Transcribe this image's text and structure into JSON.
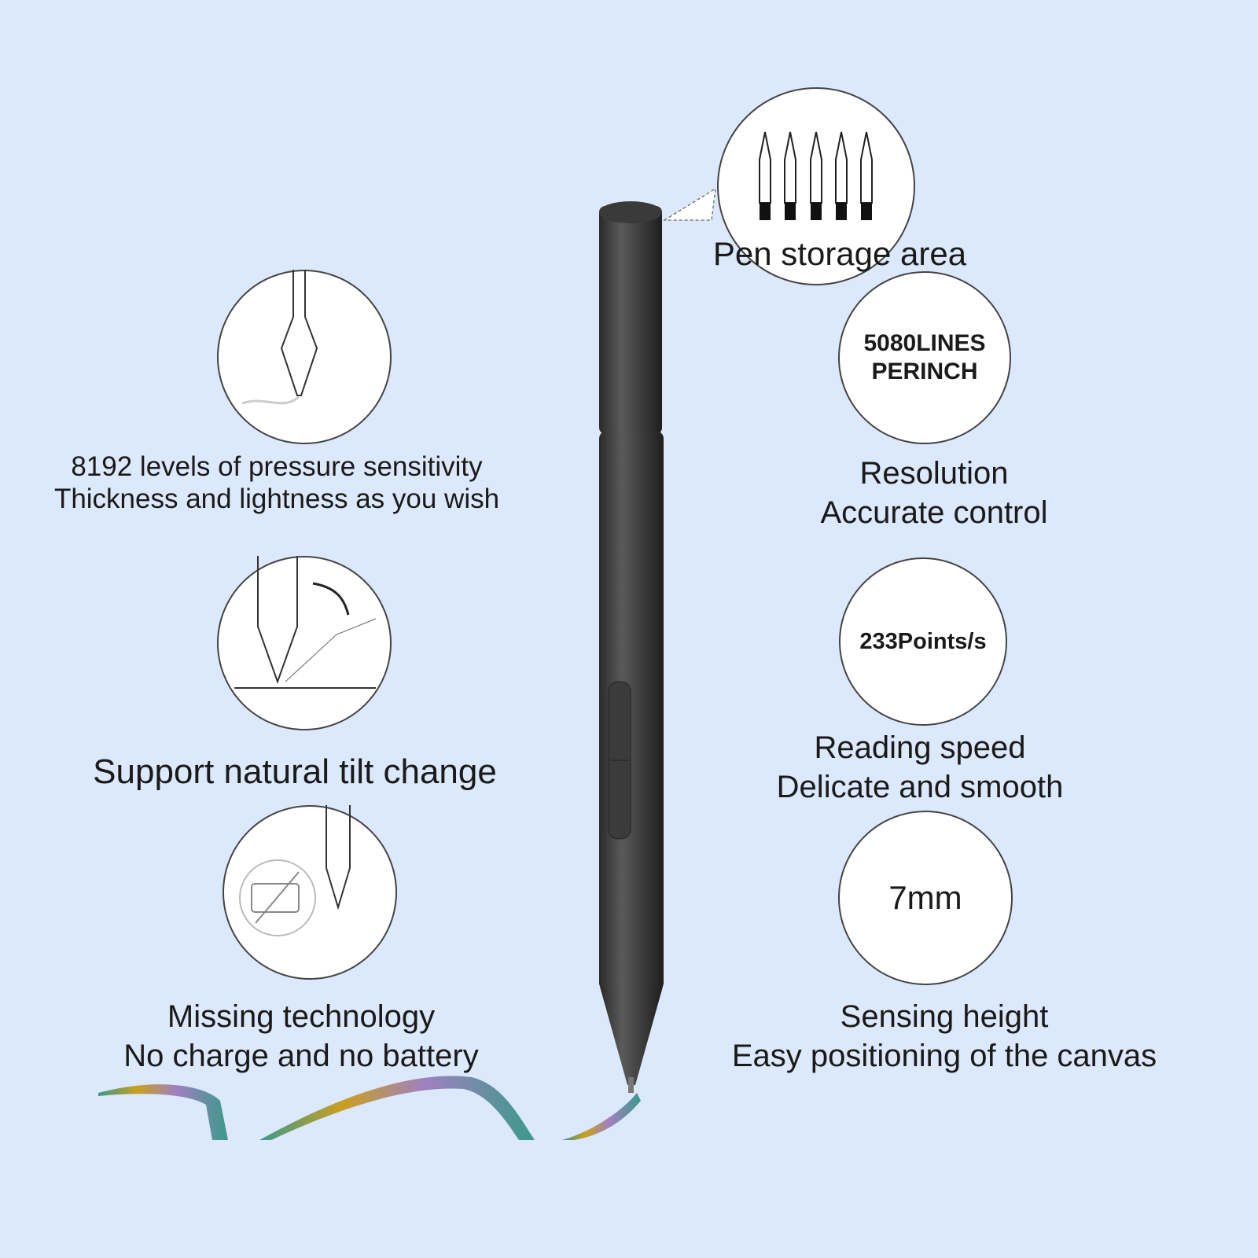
{
  "background_color": "#dce8fb",
  "features": {
    "pressure": {
      "line1": "8192 levels of pressure sensitivity",
      "line2": "Thickness and lightness as you wish"
    },
    "tilt": {
      "line1": "Support natural tilt change"
    },
    "battery": {
      "line1": "Missing technology",
      "line2": "No charge and no battery"
    },
    "storage": {
      "line1": "Pen storage area"
    },
    "resolution": {
      "badge_line1": "5080LINES",
      "badge_line2": "PERINCH",
      "line1": "Resolution",
      "line2": "Accurate control"
    },
    "speed": {
      "badge": "233Points/s",
      "line1": "Reading speed",
      "line2": "Delicate and smooth"
    },
    "height": {
      "badge": "7mm",
      "line1": "Sensing height",
      "line2": "Easy positioning of the canvas"
    }
  }
}
